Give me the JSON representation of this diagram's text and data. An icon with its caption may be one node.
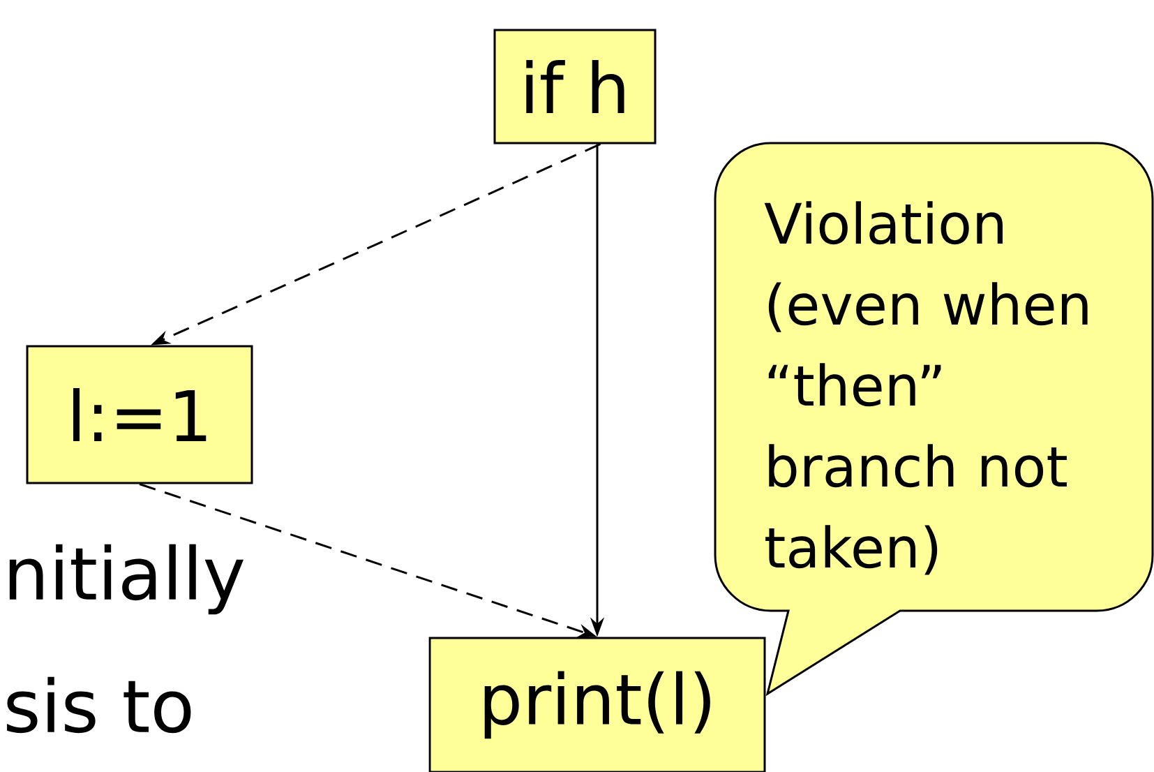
{
  "diagram": {
    "nodes": [
      {
        "text": [
          "if h"
        ]
      },
      {
        "text": [
          "l:=1"
        ]
      },
      {
        "text": [
          "print(l)"
        ]
      },
      {
        "text": [
          "Violation (even when “then” branch not taken)"
        ]
      }
    ],
    "edges": [
      {
        "from": 0,
        "to": 1,
        "arrow": "to",
        "style": "dashed"
      },
      {
        "from": 1,
        "to": 2,
        "arrow": "to",
        "style": "dashed"
      },
      {
        "from": 0,
        "to": 2,
        "arrow": "to"
      }
    ],
    "labels": [
      "nitially",
      "sis to"
    ]
  }
}
